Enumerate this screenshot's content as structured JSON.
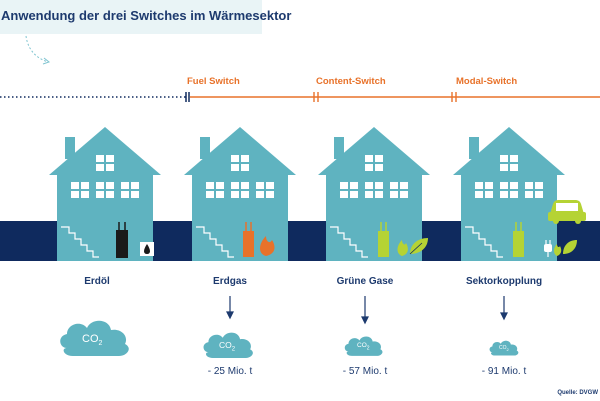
{
  "title": "Anwendung der drei Switches im Wärmesektor",
  "switches": [
    "Fuel Switch",
    "Content-Switch",
    "Modal-Switch"
  ],
  "scenarios": [
    {
      "fuel": "Erdöl",
      "heater_color": "#1a1a1a",
      "icon": "oil-drop-icon",
      "co2_label": "CO",
      "co2_sub": "2",
      "reduction": ""
    },
    {
      "fuel": "Erdgas",
      "heater_color": "#e8722a",
      "icon": "flame-icon",
      "co2_label": "CO",
      "co2_sub": "2",
      "reduction": "- 25 Mio. t"
    },
    {
      "fuel": "Grüne Gase",
      "heater_color": "#b5d334",
      "icon": "green-flame-leaf-icon",
      "co2_label": "CO",
      "co2_sub": "2",
      "reduction": "- 57 Mio. t"
    },
    {
      "fuel": "Sektorkopplung",
      "heater_color": "#b5d334",
      "icon": "plug-leaf-icon",
      "co2_label": "CO",
      "co2_sub": "2",
      "reduction": "- 91 Mio. t"
    }
  ],
  "source": "Quelle: DVGW",
  "colors": {
    "house": "#5fb3c0",
    "band": "#0f2a5e",
    "orange": "#e8722a",
    "green": "#b5d334",
    "navy": "#1d3a6e"
  }
}
